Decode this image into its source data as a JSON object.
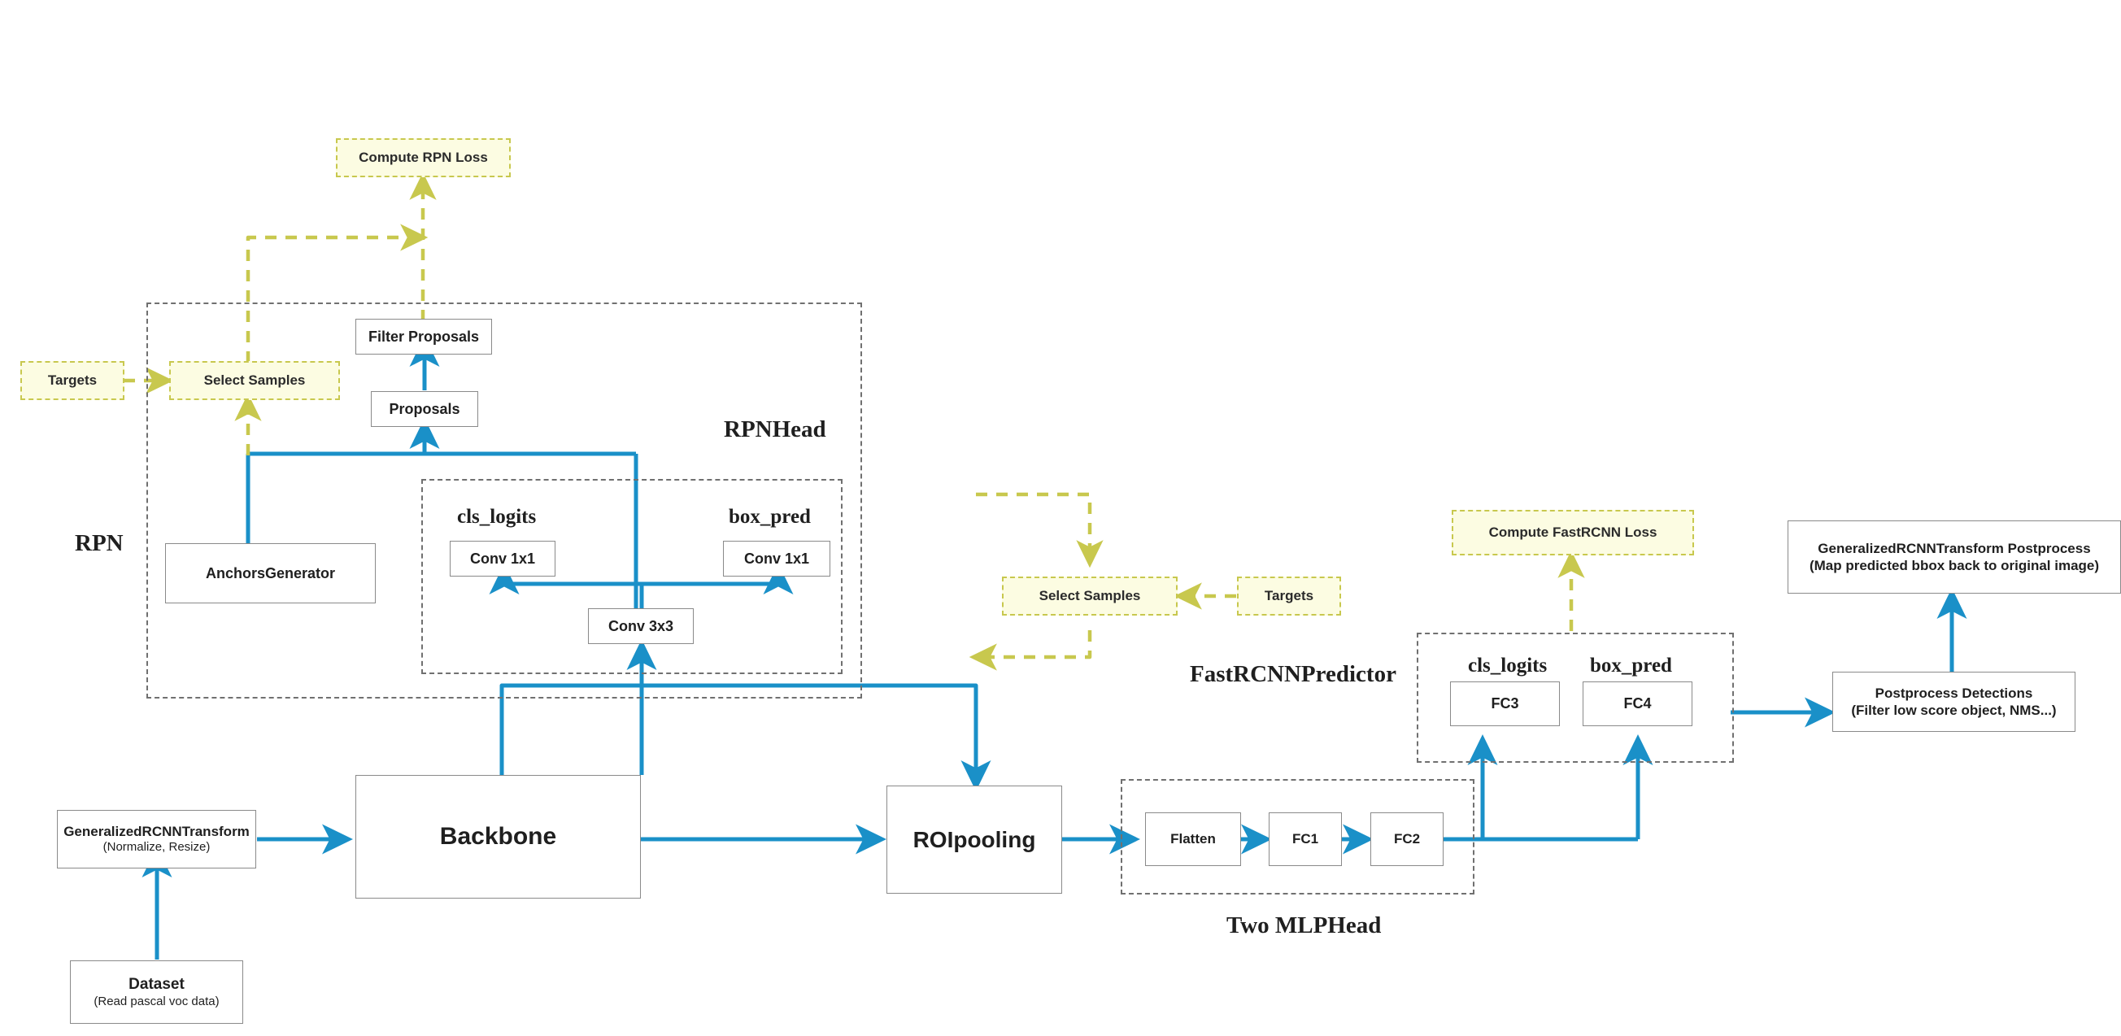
{
  "diagram": {
    "title": "Faster R-CNN architecture flow",
    "colors": {
      "flow_blue": "#1a90c8",
      "loss_olive": "#c8c84e",
      "yellow_fill": "#fcfce2",
      "box_border": "#7a7a7a",
      "group_border": "#707070",
      "text": "#1f1f1f"
    }
  },
  "groups": [
    {
      "name": "rpn",
      "label": "RPN"
    },
    {
      "name": "rpnhead",
      "label": "RPNHead"
    },
    {
      "name": "rpn-conv-group",
      "label": ""
    },
    {
      "name": "fastrcnnpredictor",
      "label": "FastRCNNPredictor"
    },
    {
      "name": "two-mlphead",
      "label": "Two MLPHead"
    }
  ],
  "subheads": {
    "rpn_cls_logits": "cls_logits",
    "rpn_box_pred": "box_pred",
    "fast_cls_logits": "cls_logits",
    "fast_box_pred": "box_pred"
  },
  "nodes": {
    "compute_rpn_loss": {
      "title": "Compute RPN Loss",
      "sub": ""
    },
    "targets_rpn": {
      "title": "Targets",
      "sub": ""
    },
    "select_samples_rpn": {
      "title": "Select Samples",
      "sub": ""
    },
    "filter_proposals": {
      "title": "Filter Proposals",
      "sub": ""
    },
    "proposals": {
      "title": "Proposals",
      "sub": ""
    },
    "anchors_generator": {
      "title": "AnchorsGenerator",
      "sub": ""
    },
    "rpn_conv_cls": {
      "title": "Conv 1x1",
      "sub": ""
    },
    "rpn_conv_box": {
      "title": "Conv 1x1",
      "sub": ""
    },
    "conv3x3": {
      "title": "Conv 3x3",
      "sub": ""
    },
    "transform": {
      "title": "GeneralizedRCNNTransform",
      "sub": "(Normalize, Resize)"
    },
    "dataset": {
      "title": "Dataset",
      "sub": "(Read pascal voc data)"
    },
    "backbone": {
      "title": "Backbone",
      "sub": ""
    },
    "roipooling": {
      "title": "ROIpooling",
      "sub": ""
    },
    "flatten": {
      "title": "Flatten",
      "sub": ""
    },
    "fc1": {
      "title": "FC1",
      "sub": ""
    },
    "fc2": {
      "title": "FC2",
      "sub": ""
    },
    "select_samples_fast": {
      "title": "Select Samples",
      "sub": ""
    },
    "targets_fast": {
      "title": "Targets",
      "sub": ""
    },
    "compute_fastrcnn_loss": {
      "title": "Compute FastRCNN Loss",
      "sub": ""
    },
    "fc3": {
      "title": "FC3",
      "sub": ""
    },
    "fc4": {
      "title": "FC4",
      "sub": ""
    },
    "postprocess_detections": {
      "title": "Postprocess Detections",
      "sub": "(Filter low score object,  NMS...)"
    },
    "transform_postprocess": {
      "title": "GeneralizedRCNNTransform   Postprocess",
      "sub": "(Map predicted bbox back to original image)"
    }
  }
}
